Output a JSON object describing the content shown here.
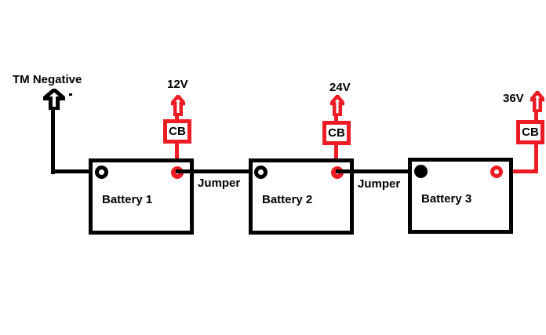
{
  "diagram": {
    "description": "Series battery bank wiring diagram",
    "colors": {
      "background": "#ffffff",
      "negative_wire": "#000000",
      "positive_wire": "#ed1c24"
    },
    "tm_negative": {
      "label": "TM Negative"
    },
    "batteries": [
      {
        "label": "Battery 1",
        "tap_voltage": "12V",
        "breaker_label": "CB"
      },
      {
        "label": "Battery 2",
        "tap_voltage": "24V",
        "breaker_label": "CB"
      },
      {
        "label": "Battery 3",
        "tap_voltage": "36V",
        "breaker_label": "CB"
      }
    ],
    "jumpers": [
      {
        "label": "Jumper"
      },
      {
        "label": "Jumper"
      }
    ]
  }
}
